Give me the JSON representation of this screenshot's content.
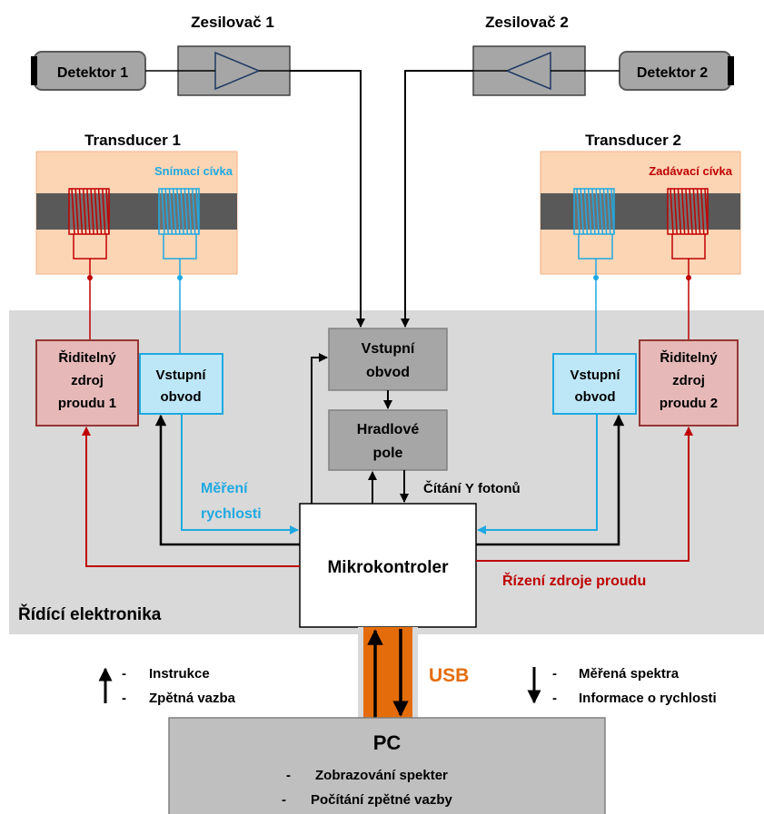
{
  "amplifiers": [
    {
      "label": "Zesilovač 1",
      "direction": "right"
    },
    {
      "label": "Zesilovač 2",
      "direction": "left"
    }
  ],
  "detectors": [
    {
      "label": "Detektor 1"
    },
    {
      "label": "Detektor 2"
    }
  ],
  "transducers": [
    {
      "title": "Transducer 1",
      "coil_label": "Snímací  cívka",
      "coil_color": "#1fa9e1"
    },
    {
      "title": "Transducer 2",
      "coil_label": "Zadávací  cívka",
      "coil_color": "#c00000"
    }
  ],
  "central_input_circuit": {
    "line1": "Vstupní",
    "line2": "obvod"
  },
  "gate_array": {
    "line1": "Hradlové",
    "line2": "pole"
  },
  "side_input_circuits": [
    {
      "line1": "Vstupní",
      "line2": "obvod"
    },
    {
      "line1": "Vstupní",
      "line2": "obvod"
    }
  ],
  "current_sources": [
    {
      "line1": "Řiditelný",
      "line2": "zdroj",
      "line3": "proudu  1"
    },
    {
      "line1": "Řiditelný",
      "line2": "zdroj",
      "line3": "proudu  2"
    }
  ],
  "microcontroller": {
    "label": "Mikrokontroler"
  },
  "labels": {
    "velocity_measure_1": "Měření",
    "velocity_measure_2": "rychlosti",
    "photon_counting": "Čítání Υ fotonů",
    "current_control": "Řízení zdroje proudu",
    "electronics_panel": "Řídící elektronika",
    "usb": "USB"
  },
  "legend_up": [
    {
      "dash": "-",
      "text": "Instrukce"
    },
    {
      "dash": "-",
      "text": "Zpětná vazba"
    }
  ],
  "legend_down": [
    {
      "dash": "-",
      "text": "Měřená spektra"
    },
    {
      "dash": "-",
      "text": "Informace o rychlosti"
    }
  ],
  "pc": {
    "title": "PC",
    "items": [
      {
        "dash": "-",
        "text": "Zobrazování spekter"
      },
      {
        "dash": "-",
        "text": "Počítání zpětné vazby"
      }
    ]
  },
  "colors": {
    "panel": "#d9d9d9",
    "transducer_bg": "#fcd5b5",
    "transducer_border": "#f4b183",
    "core": "#595959",
    "blue": "#1fa9e1",
    "red": "#c00000",
    "usb_orange": "#e46c0a",
    "gray_box": "#a6a6a6",
    "source_fill": "#e6b9b8",
    "input_fill": "#bde7f7"
  }
}
